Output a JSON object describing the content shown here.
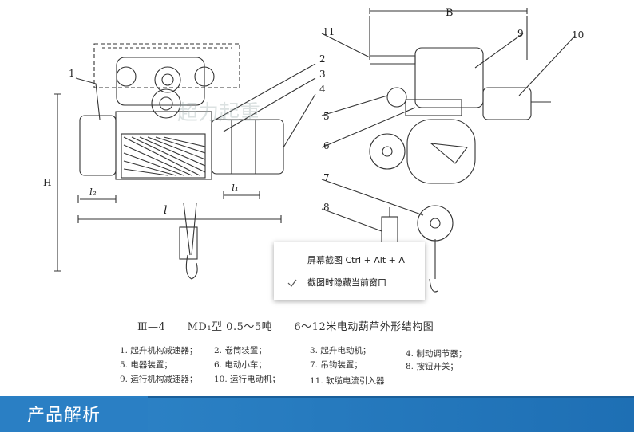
{
  "diagram": {
    "labels": {
      "callouts": [
        "1",
        "2",
        "3",
        "4",
        "5",
        "6",
        "7",
        "8",
        "9",
        "10",
        "11"
      ],
      "dim_H": "H",
      "dim_l2": "l₂",
      "dim_l1": "l₁",
      "dim_l": "l",
      "dim_B": "B",
      "watermark": "超力起重"
    }
  },
  "caption": {
    "fig_no": "Ⅲ—4",
    "model": "MD₁型 0.5～5吨",
    "title": "6～12米电动葫芦外形结构图"
  },
  "legend": [
    {
      "text": "1. 起升机构减速器；"
    },
    {
      "text": "2. 卷筒装置；"
    },
    {
      "text": "3. 起升电动机；"
    },
    {
      "text": "4. 制动调节器；"
    },
    {
      "text": "5. 电器装置；"
    },
    {
      "text": "6. 电动小车；"
    },
    {
      "text": "7. 吊钩装置；"
    },
    {
      "text": "8. 按钮开关；"
    },
    {
      "text": "9. 运行机构减速器；"
    },
    {
      "text": "10. 运行电动机；"
    },
    {
      "text": "11. 软缆电流引入器"
    }
  ],
  "context_menu": {
    "item1": "屏幕截图 Ctrl + Alt + A",
    "item2": "截图时隐藏当前窗口",
    "item2_checked": true
  },
  "banner": {
    "title": "产品解析"
  }
}
